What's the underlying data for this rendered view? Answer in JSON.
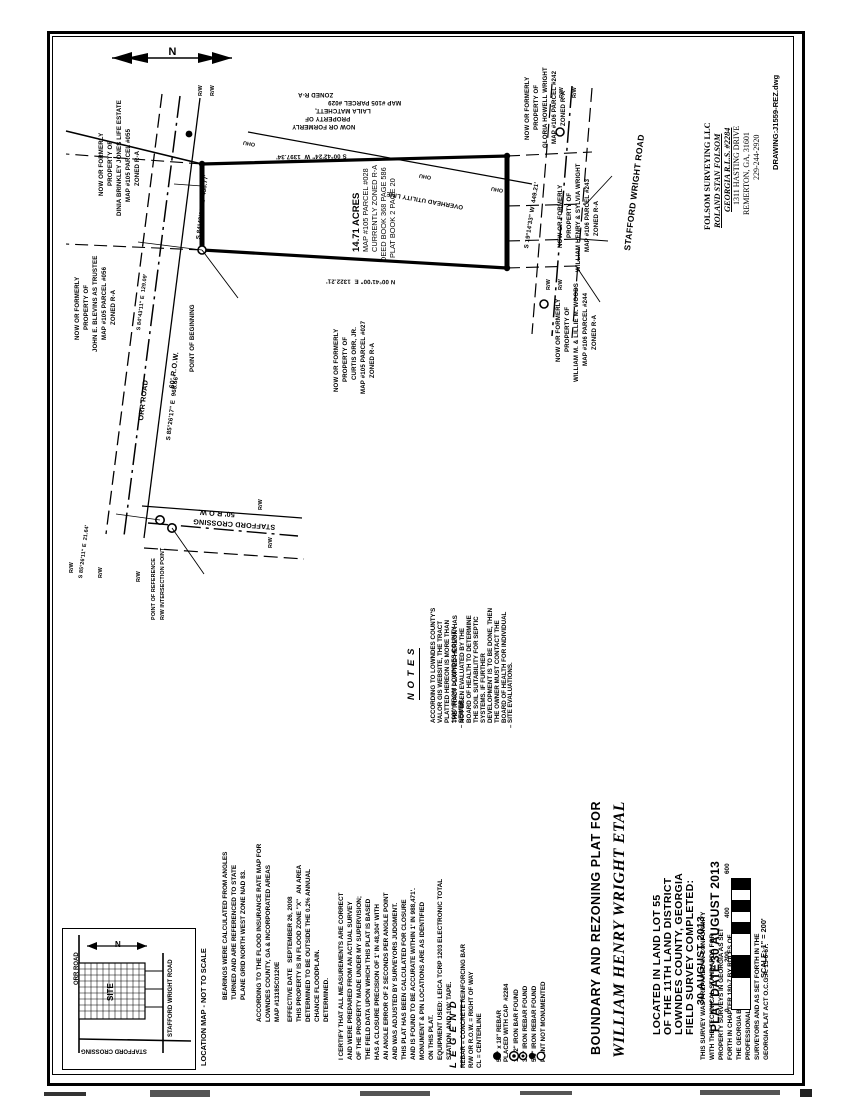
{
  "document": {
    "type": "survey-plat",
    "title_line1": "BOUNDARY AND REZONING PLAT FOR",
    "title_line2": "WILLIAM HENRY WRIGHT ETAL",
    "location_line1": "LOCATED IN LAND LOT 55",
    "location_line2": "OF THE 11TH LAND DISTRICT",
    "location_line3": "LOWNDES COUNTY, GEORGIA",
    "field_survey_label": "FIELD SURVEY COMPLETED:",
    "field_survey_date": "30 AUGUST 2013",
    "plat_date_label": "PLAT DATE:",
    "plat_date": "30 AUGUST 2013"
  },
  "surveyor": {
    "company": "FOLSOM SURVEYING LLC",
    "name": "ROLAND STAN FOLSOM",
    "license": "GEORGIA R.L.S. #2284",
    "address": "1311 HASTING DRIVE",
    "city_state_zip": "REMERTON, GA, 31601",
    "phone": "229-244-2920",
    "drawing_label": "DRAWING:",
    "drawing_file": "J1559-REZ.dwg"
  },
  "parcel": {
    "acreage": "14.71 ACRES",
    "map_parcel": "MAP #105 PARCEL #028",
    "zoning": "CURRENTLY ZONED R-A",
    "deed_book": "DEED BOOK 368 PAGE 586",
    "plat_book": "PLAT BOOK 2 PAGE 20"
  },
  "bearings": [
    {
      "id": "north-line",
      "text": "S 00°42'24\" W  1397.34'"
    },
    {
      "id": "east-line",
      "text": "S 19°14'33\" W  449.21'"
    },
    {
      "id": "south-line",
      "text": "N 00°41'00\" E  1322.21'"
    },
    {
      "id": "west-line",
      "text": "S 84°43'11\" E  438.77'"
    },
    {
      "id": "west-line-2",
      "text": "S 84°43'11\" E  129.09'"
    },
    {
      "id": "orr-road",
      "text": "S 85°26'17\" E  968.66'"
    },
    {
      "id": "stafford-tie",
      "text": "S 85°26'11\" E  21.64'"
    }
  ],
  "roads": [
    {
      "name": "ORR ROAD",
      "row": "60' R.O.W."
    },
    {
      "name": "STAFFORD WRIGHT ROAD",
      "row": ""
    },
    {
      "name": "STAFFORD CROSSING",
      "row": "50' R.O.W."
    }
  ],
  "markers": {
    "point_of_beginning": "POINT OF BEGINNING",
    "point_of_reference_1": "POINT OF REFERENCE",
    "point_of_reference_2": "R/W INTERSECTION POINT",
    "row_tick": "R/W",
    "overhead_utility": "OVERHEAD UTILITY LINE",
    "ohu": "OHU",
    "north_arrow": "N"
  },
  "adjoiners": [
    {
      "id": "matchett",
      "l1": "NOW OR FORMERLY",
      "l2": "PROPERTY OF",
      "l3": "LAILA MATCHETT,",
      "l4": "MAP #105 PARCEL #029",
      "l5": "ZONED R-A"
    },
    {
      "id": "brinkley-jones",
      "l1": "NOW OR FORMERLY",
      "l2": "PROPERTY OF",
      "l3": "DINIA BRINKLEY JONES LIFE ESTATE",
      "l4": "MAP #105 PARCEL #055",
      "l5": "ZONED R-A"
    },
    {
      "id": "blevins",
      "l1": "NOW OR FORMERLY",
      "l2": "PROPERTY OF",
      "l3": "JOHN E. BLEVINS AS TRUSTEE",
      "l4": "MAP #105 PARCEL #056",
      "l5": "ZONED R-A"
    },
    {
      "id": "orr-jr",
      "l1": "NOW OR FORMERLY",
      "l2": "PROPERTY OF",
      "l3": "CURTIS ORR, JR.",
      "l4": "MAP #105 PARCEL #027",
      "l5": "ZONED R-A"
    },
    {
      "id": "howell-wright",
      "l1": "NOW OR FORMERLY",
      "l2": "PROPERTY OF",
      "l3": "GLORIA HOWELL WRIGHT",
      "l4": "MAP #106 PARCEL #242",
      "l5": "ZONED R-A"
    },
    {
      "id": "sylvia-wright",
      "l1": "NOW OR FORMERLY",
      "l2": "PROPERTY OF",
      "l3": "WILLIAM HENRY & SYLVIA WRIGHT",
      "l4": "MAP #106 PARCEL #243",
      "l5": "ZONED R-A"
    },
    {
      "id": "woods",
      "l1": "NOW OR FORMERLY",
      "l2": "PROPERTY OF",
      "l3": "WILLIAM M. & LILLIE M. WOODS",
      "l4": "MAP #106 PARCEL #244",
      "l5": "ZONED R-A"
    }
  ],
  "notes": {
    "heading": "N O T E S",
    "items": [
      "ACCORDING TO LOWNDES COUNTY'S VALOR GIS WEBSITE, THE TRACT PLATTED HEREON IS MORE THAN 1000' FROM LOWNDES COUNTY SEWER.",
      "THE TRACT PLATTED HEREON HAS NOT BEEN EVALUATED BY THE BOARD OF HEALTH TO DETERMINE THE SOIL SUITABILITY FOR SEPTIC SYSTEMS. IF FURTHER DEVELOPMENT IS TO BE DONE, THEN THE OWNER MUST CONTACT THE BOARD OF HEALTH FOR INDIVIDUAL SITE EVALUATIONS."
    ]
  },
  "bearing_note": {
    "l1": "BEARINGS WERE CALCULATED FROM ANGLES",
    "l2": "TURNED AND ARE REFERENCED TO STATE",
    "l3": "PLANE GRID NORTH WEST ZONE NAD 83."
  },
  "flood_note": {
    "l1": "ACCORDING TO THE FLOOD INSURANCE RATE MAP FOR",
    "l2": "LOWNDES COUNTY, GA & INCORPORATED AREAS",
    "l3": "MAP #13185C0120E",
    "l4": "EFFECTIVE DATE   SEPTEMBER 26, 2008",
    "l5": "THIS PROPERTY IS IN FLOOD ZONE \"X\"   AN AREA",
    "l6": "DETERMINED TO BE OUTSIDE THE 0.2% ANNUAL",
    "l7": "CHANCE FLOODPLAIN.",
    "l8": "DETERMINED."
  },
  "certification": {
    "l1": "I CERTIFY THAT ALL MEASUREMENTS ARE CORRECT",
    "l2": "AND WERE PREPARED FROM AN ACTUAL SURVEY",
    "l3": "OF THE PROPERTY MADE UNDER MY SUPERVISION;",
    "l4": "THE FIELD DATA UPON WHICH THIS PLAT IS BASED",
    "l5": "HAS A CLOSURE PRECISION OF 1' IN 48,304' WITH",
    "l6": "AN ANGLE ERROR OF 2 SECONDS PER ANGLE POINT",
    "l7": "AND WAS ADJUSTED BY SURVEYORS JUDGMENT.",
    "l8": "THIS PLAT HAS BEEN CALCULATED FOR CLOSURE",
    "l9": "AND IS FOUND TO BE ACCURATE WITHIN 1' IN 988,471'.",
    "l10": "MONUMENT & PIN LOCATIONS ARE AS IDENTIFIED",
    "l11": "ON THIS PLAT.",
    "l12": "EQUIPMENT USED: LEICA TCRP 1203 ELECTRONIC TOTAL",
    "l13": "STATION  AND 100' TAPE.",
    "l14": "THIS SURVEY WAS PREPARED IN CONFORMITY",
    "l15": "WITH THE TECHNICAL STANDARDS FOR",
    "l16": "PROPERTY SURVEYS IN GEORGIA AS SET",
    "l17": "FORTH IN CHAPTER 180-7 BY RULES OF",
    "l18": "THE GEORGIA BOARD OF REGISTRATION FOR",
    "l19": "PROFESSIONAL ENGINEERS AND LAND",
    "l20": "SURVEYORS AND AS SET FORTH IN THE",
    "l21": "GEORGIA PLAT ACT O.C.G.A. 15-6-67."
  },
  "legend": {
    "heading": "L E G E N D",
    "abbrev": [
      "REBAR = CONCRETE REINFORCING BAR",
      "R/W OR R.O.W. = RIGHT OF WAY",
      "CL = CENTERLINE"
    ],
    "symbols": [
      {
        "glyph": "filled-dot",
        "label": "5/8\" x 18\" REBAR\nPLACED WITH CAP  #2284"
      },
      {
        "glyph": "circle-dot",
        "label": "1 1/2\" IRON BAR FOUND"
      },
      {
        "glyph": "small-dot",
        "label": "3/8\" IRON REBAR FOUND"
      },
      {
        "glyph": "filled-small",
        "label": "5/8\" IRON REBAR FOUND"
      },
      {
        "glyph": "open-circle",
        "label": "POINT NOT MONUMENTED"
      }
    ]
  },
  "scale": {
    "label": "SCALE: 1\" = 200'",
    "ticks": [
      "0",
      "200",
      "400",
      "600"
    ]
  },
  "location_map": {
    "caption": "LOCATION MAP - NOT TO SCALE",
    "site": "SITE",
    "roads": [
      "ORR ROAD",
      "STAFFORD WRIGHT ROAD",
      "STAFFORD CROSSING"
    ],
    "north": "N"
  }
}
